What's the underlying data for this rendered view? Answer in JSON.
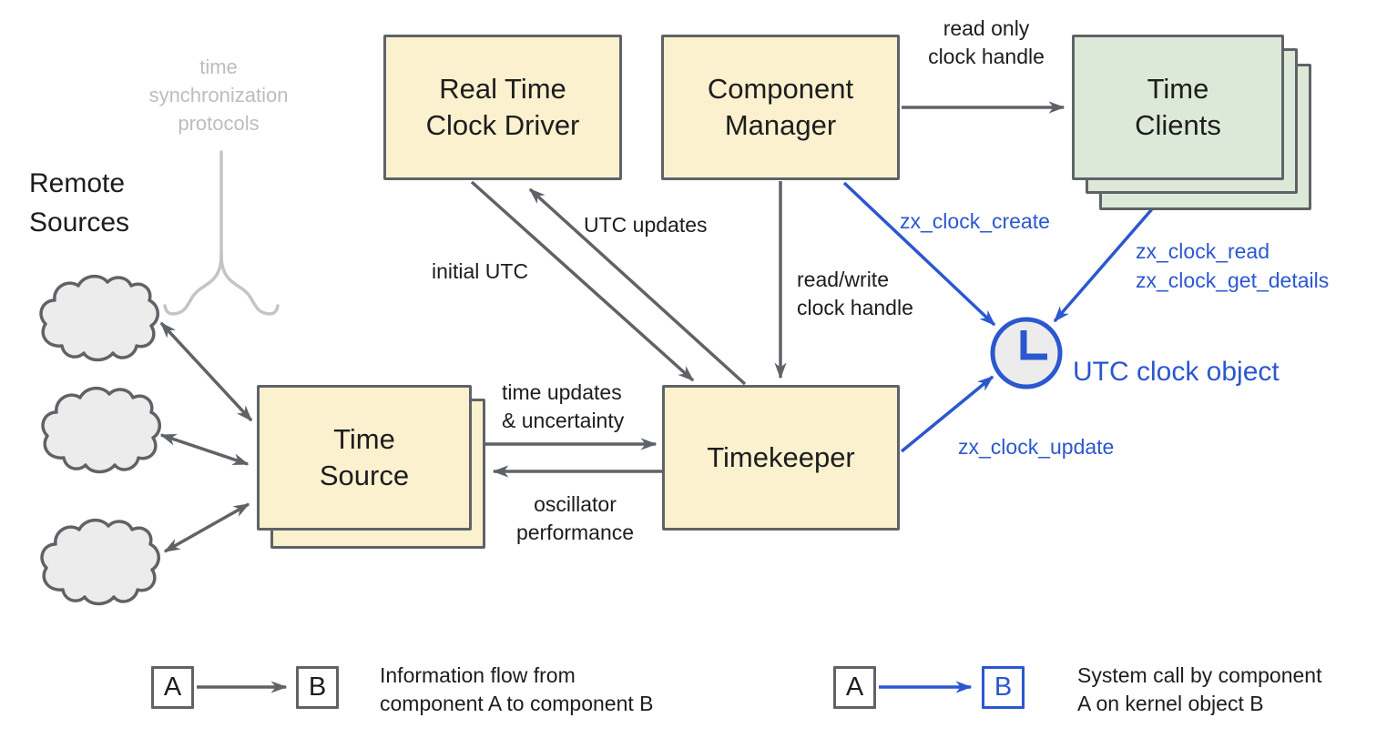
{
  "title": "Timekeeper architecture diagram",
  "colors": {
    "accent_blue": "#2b57cf",
    "box_yellow": "#fbf1cf",
    "box_green": "#dde9d8",
    "stroke_gray": "#5f6368",
    "muted_gray": "#bdbdbd",
    "clock_fill": "#ececec"
  },
  "nodes": {
    "rtc_driver": "Real Time\nClock Driver",
    "component_manager": "Component\nManager",
    "time_clients": "Time\nClients",
    "time_source": "Time\nSource",
    "timekeeper": "Timekeeper"
  },
  "labels": {
    "protocols": "time\nsynchronization\nprotocols",
    "remote_sources": "Remote\nSources",
    "read_only": "read only\nclock handle",
    "utc_updates": "UTC updates",
    "initial_utc": "initial UTC",
    "read_write": "read/write\nclock handle",
    "time_updates": "time updates\n& uncertainty",
    "oscillator": "oscillator\nperformance",
    "utc_clock_object": "UTC clock object",
    "zx_clock_create": "zx_clock_create",
    "zx_clock_read": "zx_clock_read",
    "zx_clock_get_details": "zx_clock_get_details",
    "zx_clock_update": "zx_clock_update"
  },
  "legend": {
    "info_flow": {
      "a": "A",
      "b": "B",
      "caption": "Information flow from\ncomponent A to component B"
    },
    "syscall": {
      "a": "A",
      "b": "B",
      "caption": "System call by component\nA on kernel object B"
    }
  }
}
